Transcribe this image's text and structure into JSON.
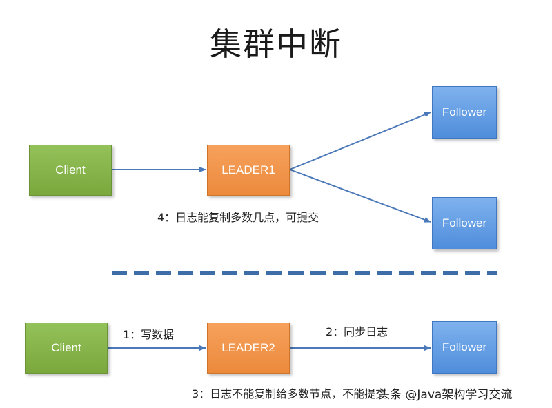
{
  "title": "集群中断",
  "top": {
    "client": "Client",
    "leader": "LEADER1",
    "follower_a": "Follower",
    "follower_b": "Follower",
    "note": "4：日志能复制多数几点，可提交"
  },
  "bottom": {
    "client": "Client",
    "leader": "LEADER2",
    "follower": "Follower",
    "step1": "1：写数据",
    "step2": "2：同步日志",
    "note": "3：日志不能复制给多数节点，不能提交"
  },
  "watermark": "头条 @Java架构学习交流",
  "colors": {
    "client": "#84b34a",
    "leader": "#f0913f",
    "follower": "#5b97e0",
    "arrow": "#4a78b8",
    "divider": "#3e6ea8"
  }
}
